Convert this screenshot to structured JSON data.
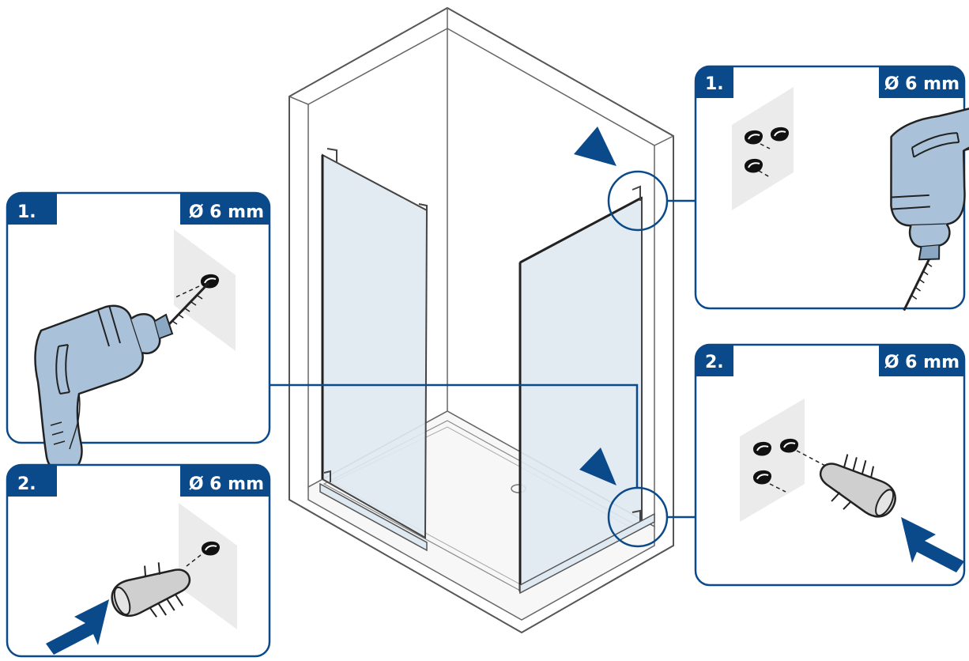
{
  "colors": {
    "accent": "#0b4a8a",
    "glass": "#dfe9f1",
    "drill_body": "#a9c2d9",
    "wall_patch": "#ebebeb"
  },
  "panels": [
    {
      "id": "left-drill",
      "step": "1.",
      "size": "Ø 6 mm",
      "icon": "drill-icon"
    },
    {
      "id": "left-dowel",
      "step": "2.",
      "size": "Ø 6 mm",
      "icon": "wall-plug-icon"
    },
    {
      "id": "right-drill",
      "step": "1.",
      "size": "Ø 6 mm",
      "icon": "drill-icon"
    },
    {
      "id": "right-dowel",
      "step": "2.",
      "size": "Ø 6 mm",
      "icon": "wall-plug-icon"
    }
  ]
}
